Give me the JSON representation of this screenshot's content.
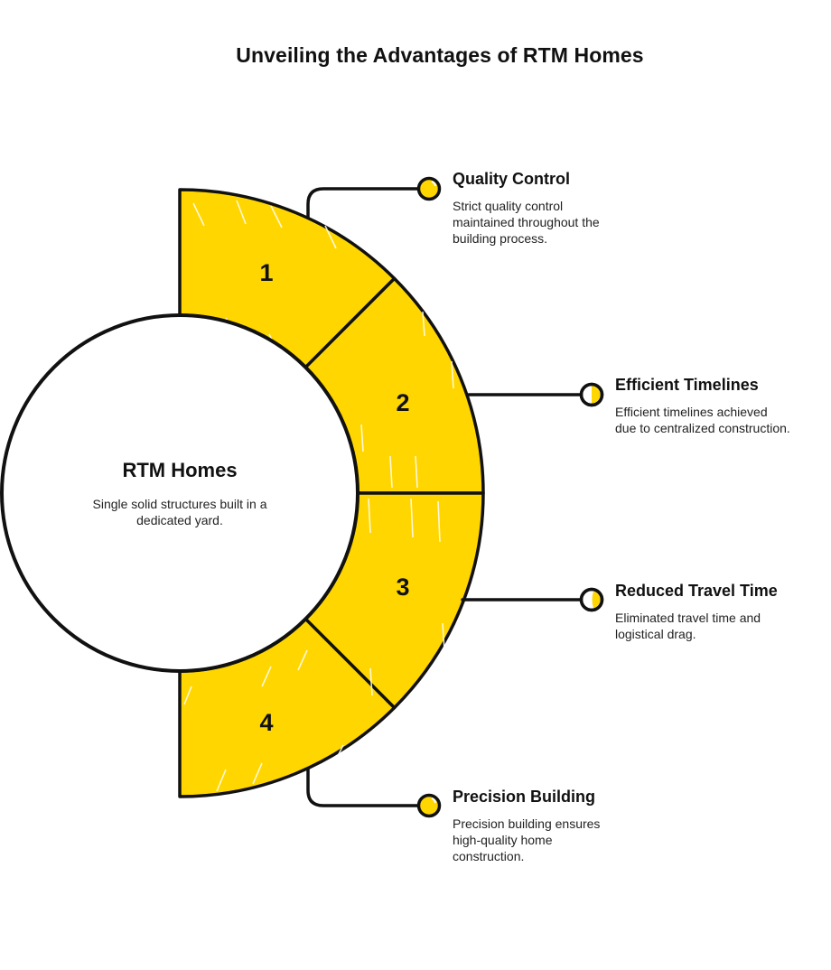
{
  "title": "Unveiling the Advantages of RTM Homes",
  "colors": {
    "accent_yellow": "#FFD600",
    "stroke": "#111111",
    "background": "#FFFFFF"
  },
  "center": {
    "title": "RTM Homes",
    "description": "Single solid structures built in a dedicated yard."
  },
  "segments": [
    {
      "number": "1",
      "label": "Quality Control",
      "description": "Strict quality control maintained throughout the building process."
    },
    {
      "number": "2",
      "label": "Efficient Timelines",
      "description": "Efficient timelines achieved due to centralized construction."
    },
    {
      "number": "3",
      "label": "Reduced Travel Time",
      "description": "Eliminated travel time and logistical drag."
    },
    {
      "number": "4",
      "label": "Precision Building",
      "description": "Precision building ensures high-quality home construction."
    }
  ]
}
